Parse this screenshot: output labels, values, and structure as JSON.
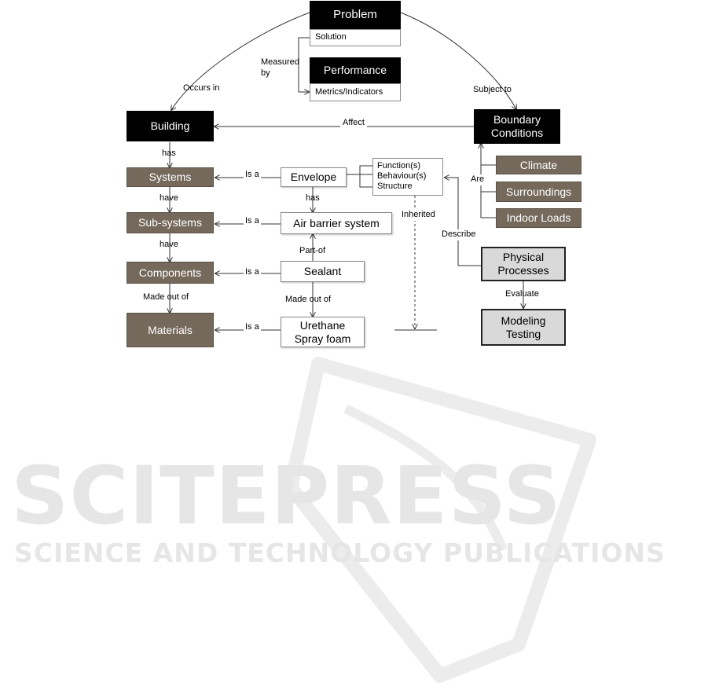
{
  "nodes": {
    "problem": "Problem",
    "solution": "Solution",
    "performance": "Performance",
    "metrics": "Metrics/Indicators",
    "building": "Building",
    "boundary": "Boundary\nConditions",
    "systems": "Systems",
    "subsystems": "Sub-systems",
    "components": "Components",
    "materials": "Materials",
    "envelope": "Envelope",
    "airbarrier": "Air barrier system",
    "sealant": "Sealant",
    "urethane": "Urethane\nSpray foam",
    "climate": "Climate",
    "surroundings": "Surroundings",
    "indoorloads": "Indoor Loads",
    "physical": "Physical\nProcesses",
    "modeling": "Modeling\nTesting",
    "functions": [
      "Function(s)",
      "Behaviour(s)",
      "Structure"
    ]
  },
  "labels": {
    "measured_by": "Measured\nby",
    "occurs_in": "Occurs in",
    "subject_to": "Subject to",
    "affect": "Affect",
    "has1": "has",
    "have1": "have",
    "have2": "have",
    "made_out_of1": "Made out of",
    "isa1": "Is a",
    "isa2": "Is a",
    "isa3": "Is a",
    "isa4": "Is a",
    "has2": "has",
    "part_of": "Part-of",
    "made_out_of2": "Made out of",
    "inherited": "Inherited",
    "are": "Are",
    "describe": "Describe",
    "evaluate": "Evaluate"
  },
  "watermark": {
    "main": "SCITEPRESS",
    "sub": "SCIENCE AND TECHNOLOGY PUBLICATIONS"
  },
  "colors": {
    "black_box": "#000000",
    "brown_box": "#75695c",
    "grey_box": "#d9d9d9",
    "watermark": "#e6e6e6"
  }
}
